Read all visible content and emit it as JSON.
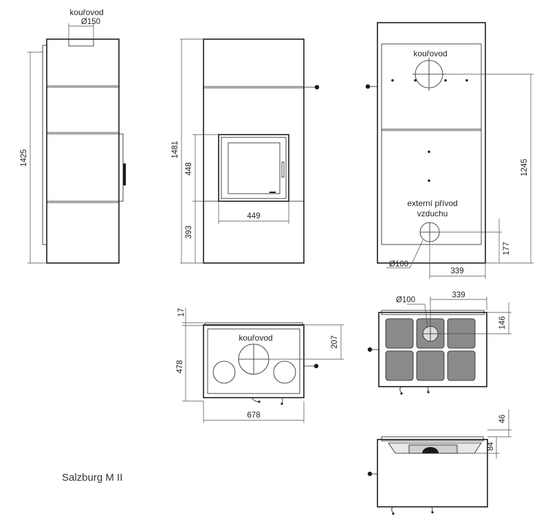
{
  "title": "Salzburg M II",
  "labels": {
    "flue_top": "kouřovod",
    "flue_back": "kouřovod",
    "flue_plan": "kouřovod",
    "external_air_line1": "externí přívod",
    "external_air_line2": "vzduchu"
  },
  "dimensions": {
    "flue_diameter": "Ø150",
    "height_side": "1425",
    "height_front": "1481",
    "glass_height": "448",
    "glass_width": "449",
    "base_height": "393",
    "flue_back_height": "1245",
    "air_inlet_height": "177",
    "air_inlet_diameter": "Ø100",
    "air_inlet_offset": "339",
    "plan_top_offset": "17",
    "plan_depth": "478",
    "plan_flue_offset": "207",
    "plan_width": "678",
    "bottom_air_diameter": "Ø100",
    "bottom_air_offset": "339",
    "bottom_air_depth": "146",
    "lower_offset_a": "46",
    "lower_offset_b": "84"
  }
}
